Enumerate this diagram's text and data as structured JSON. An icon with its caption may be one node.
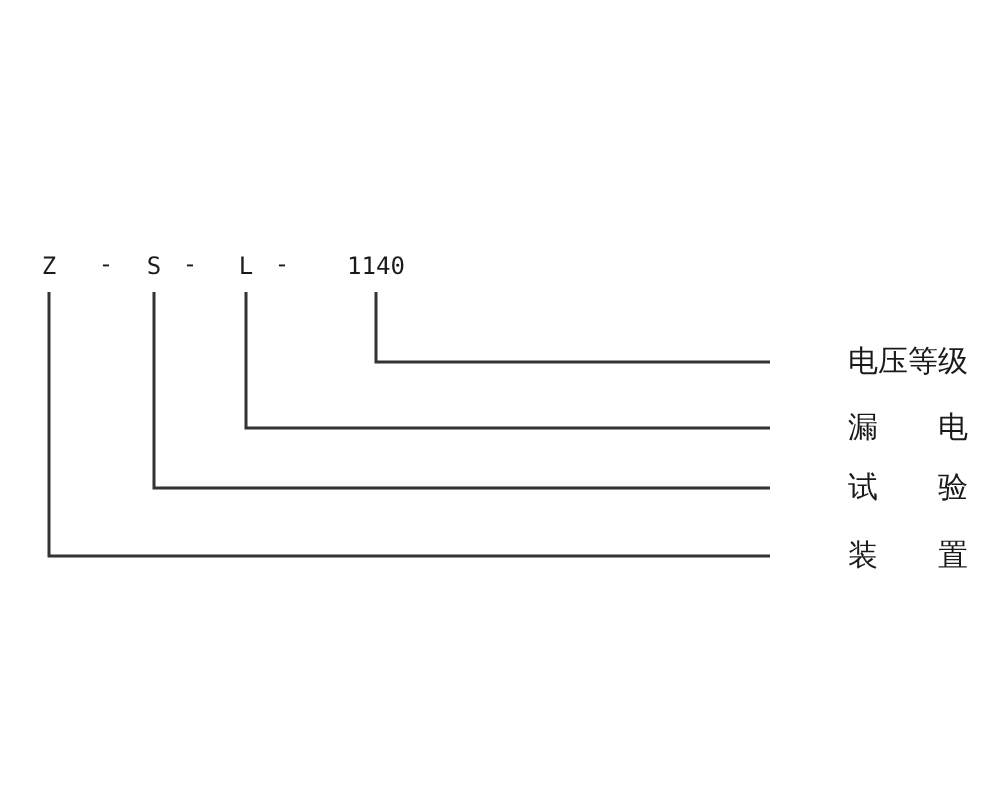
{
  "diagram": {
    "nodes": [
      {
        "text": [
          "Z"
        ]
      },
      {
        "text": [
          "S"
        ]
      },
      {
        "text": [
          "L"
        ]
      },
      {
        "text": [
          "1140"
        ]
      },
      {
        "text": [
          "电压等级"
        ]
      },
      {
        "text": [
          "漏电"
        ]
      },
      {
        "text": [
          "试验"
        ]
      },
      {
        "text": [
          "装置"
        ]
      }
    ],
    "edges": [
      {
        "from": 3,
        "to": 4,
        "arrow": "none"
      },
      {
        "from": 2,
        "to": 5,
        "arrow": "none"
      },
      {
        "from": 1,
        "to": 6,
        "arrow": "none"
      },
      {
        "from": 0,
        "to": 7,
        "arrow": "none"
      }
    ],
    "labels": [
      "-",
      "-",
      "-"
    ]
  }
}
